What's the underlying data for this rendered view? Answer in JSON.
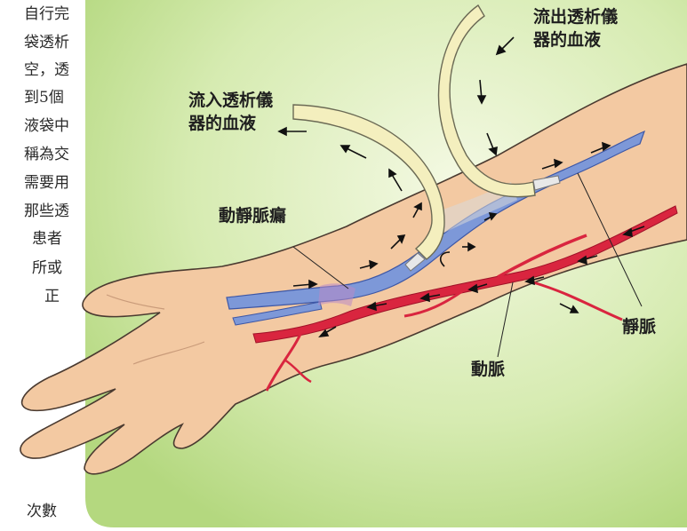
{
  "side_text": [
    "自行完",
    "袋透析",
    "空，透",
    "到5個",
    "液袋中",
    "稱為交",
    "需要用",
    "那些透",
    "患者",
    "所或",
    "正",
    "次數"
  ],
  "labels": {
    "outflow_line1": "流出透析儀",
    "outflow_line2": "器的血液",
    "inflow_line1": "流入透析儀",
    "inflow_line2": "器的血液",
    "fistula": "動靜脈瘺",
    "vein": "靜脈",
    "artery": "動脈"
  },
  "colors": {
    "panel_light": "#eef6d6",
    "panel_dark": "#b9dc86",
    "skin": "#f3c9a2",
    "vein": "#7d98d8",
    "artery": "#d9253f",
    "needle": "#f4efbe"
  }
}
